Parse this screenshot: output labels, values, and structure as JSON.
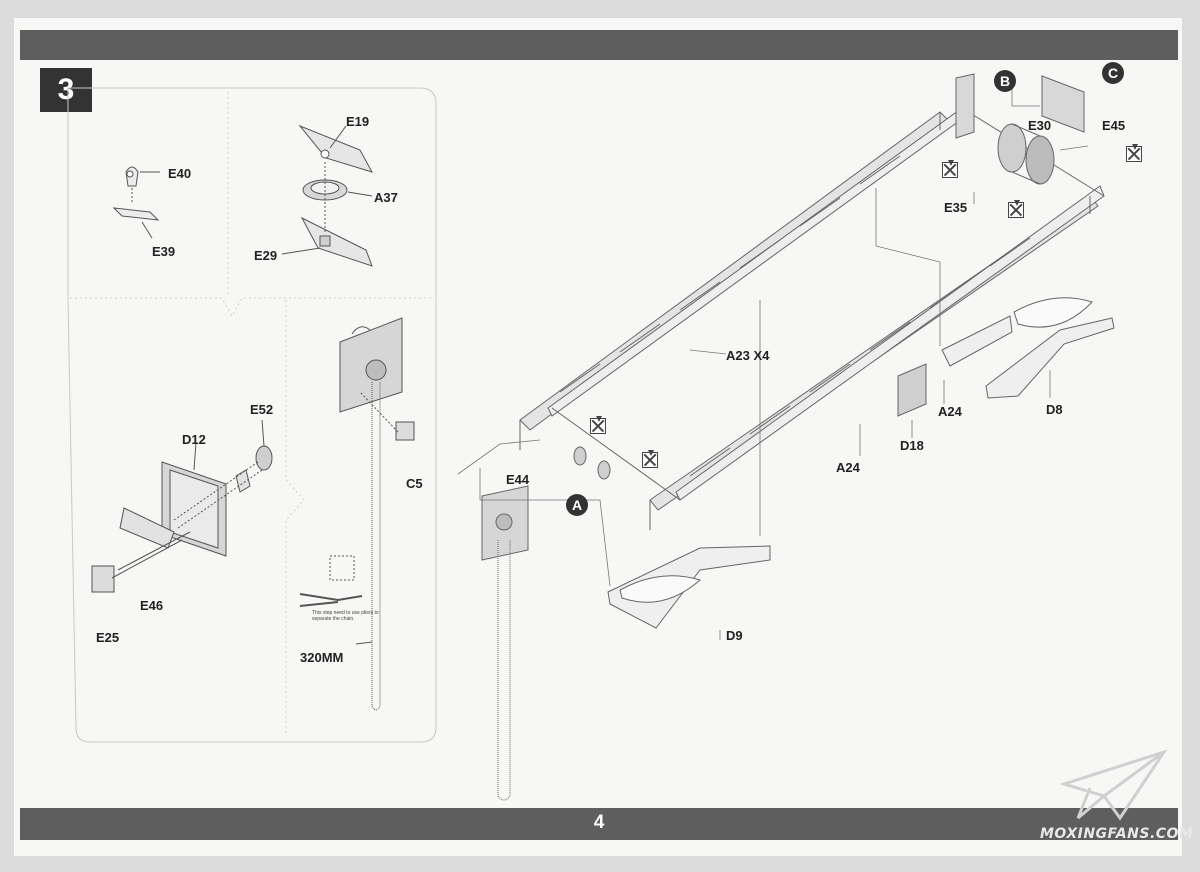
{
  "page": {
    "number": "4",
    "step": "3"
  },
  "left_panel": {
    "subpanel_1": {
      "parts": [
        "E40",
        "E39"
      ]
    },
    "subpanel_2": {
      "parts": [
        "E19",
        "A37",
        "E29"
      ]
    },
    "subpanel_3": {
      "parts": [
        "E52",
        "D12",
        "E46",
        "E25"
      ]
    },
    "subpanel_4": {
      "parts": [
        "C5"
      ],
      "chain_length": "320MM",
      "note": "This step need to use pliers to separate the chain."
    }
  },
  "main_assembly": {
    "callouts": [
      "A",
      "B",
      "C"
    ],
    "parts": [
      "E44",
      "A23 X4",
      "A24",
      "A24",
      "D18",
      "D8",
      "D9",
      "E35",
      "E30",
      "E45"
    ]
  },
  "watermark": {
    "text": "MOXINGFANS.COM"
  },
  "colors": {
    "band": "#5e5e5e",
    "badge": "#333333",
    "paper": "#f7f7f5"
  }
}
